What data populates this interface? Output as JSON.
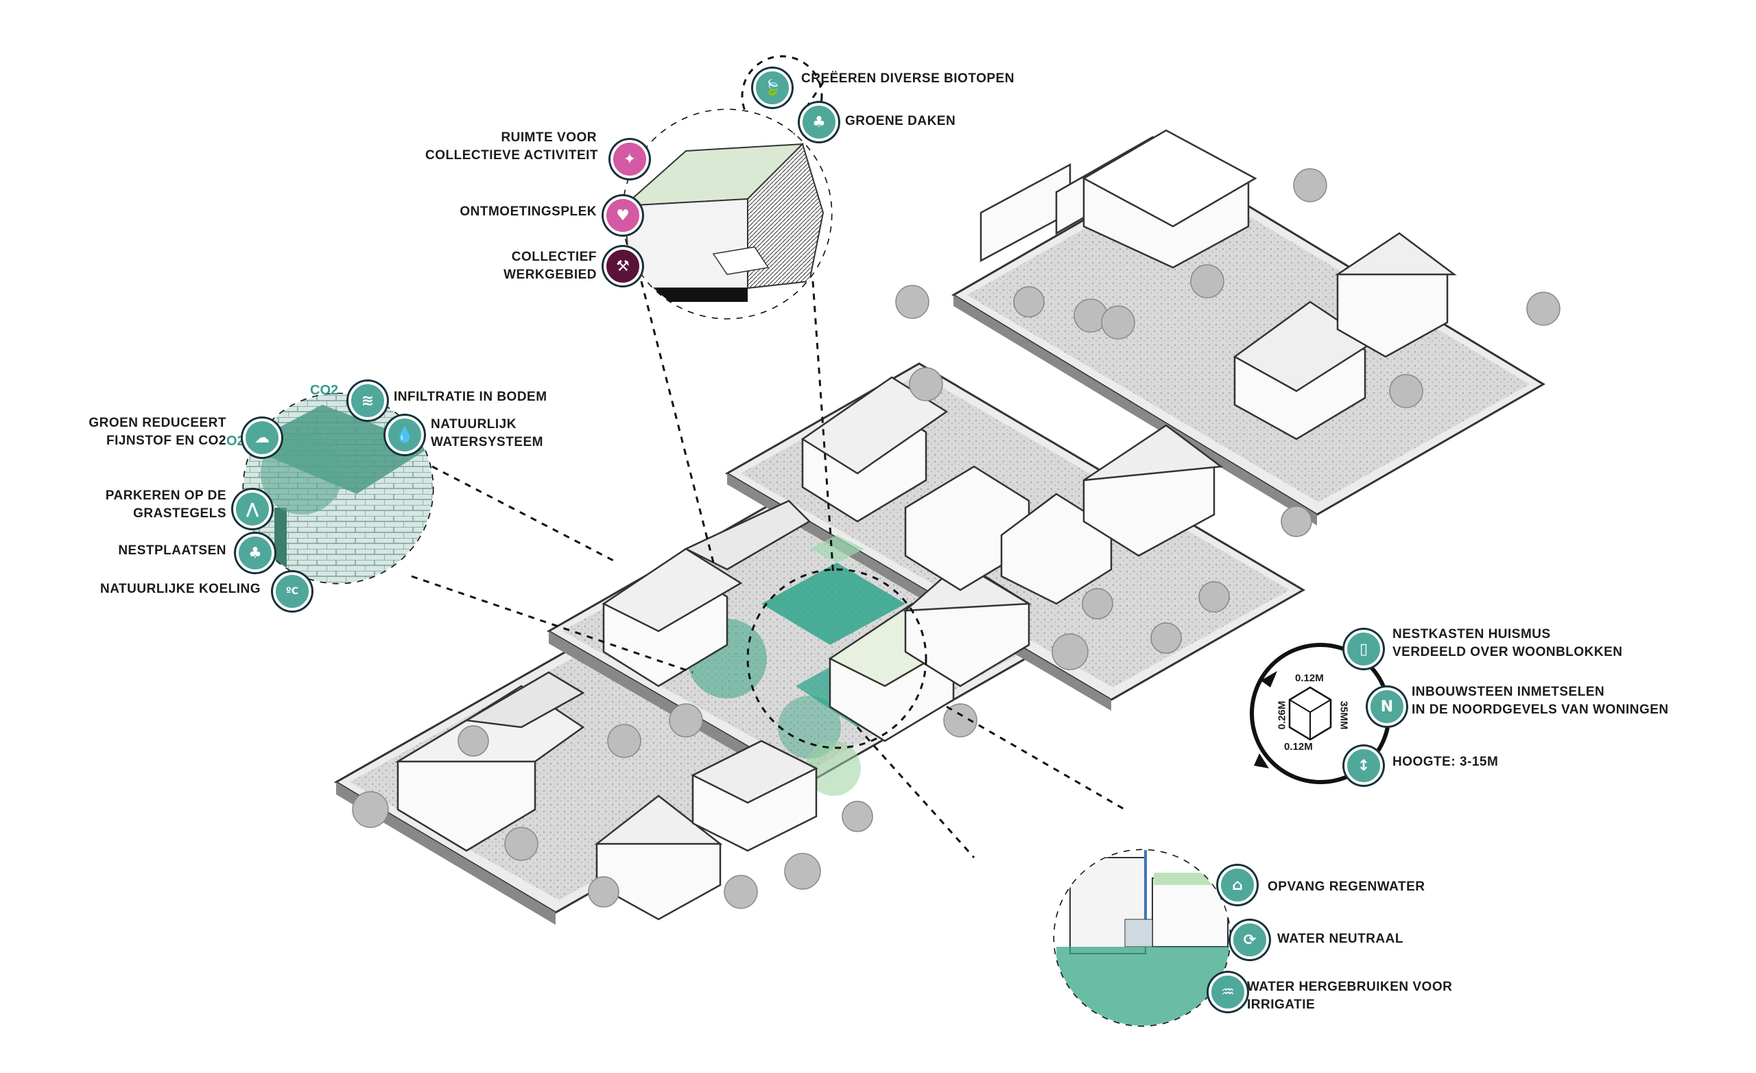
{
  "labels": {
    "biotopen": "CREËEREN DIVERSE BIOTOPEN",
    "groene_daken": "GROENE DAKEN",
    "ruimte_line1": "RUIMTE VOOR",
    "ruimte_line2": "COLLECTIEVE ACTIVITEIT",
    "ontmoetingsplek": "ONTMOETINGSPLEK",
    "collectief_line1": "COLLECTIEF",
    "collectief_line2": "WERKGEBIED",
    "infiltratie": "INFILTRATIE IN BODEM",
    "natuurlijk_line1": "NATUURLIJK",
    "natuurlijk_line2": "WATERSYSTEEM",
    "groen_line1": "GROEN REDUCEERT",
    "groen_line2": "FIJNSTOF EN CO2",
    "parkeren_line1": "PARKEREN OP DE",
    "parkeren_line2": "GRASTEGELS",
    "nestplaatsen": "NESTPLAATSEN",
    "koeling": "NATUURLIJKE KOELING",
    "nestkasten_line1": "NESTKASTEN HUISMUS",
    "nestkasten_line2": "VERDEELD OVER WOONBLOKKEN",
    "inbouw_line1": "INBOUWSTEEN INMETSELEN",
    "inbouw_line2": "IN DE NOORDGEVELS VAN WONINGEN",
    "hoogte": "HOOGTE: 3-15M",
    "regenwater": "OPVANG REGENWATER",
    "neutraal": "WATER NEUTRAAL",
    "hergebruik_line1": "WATER HERGEBRUIKEN VOOR",
    "hergebruik_line2": "IRRIGATIE"
  },
  "annotations": {
    "co2": "CO2",
    "o2": "O2",
    "dim_top": "0.12M",
    "dim_left": "0.26M",
    "dim_bottom": "0.12M",
    "dim_right": "35MM",
    "temp_icon": "ºC"
  },
  "colors": {
    "teal": "#4fa89a",
    "pink": "#d35aa3",
    "plum": "#5b1238",
    "outline": "#16313a",
    "highlight_green": "#2fa48c"
  },
  "icons": [
    "leaf-icon",
    "tree-icon",
    "person-icon",
    "heart-icon",
    "tools-icon",
    "infiltration-icon",
    "water-drop-icon",
    "cloud-icon",
    "grass-icon",
    "tree-icon",
    "temperature-icon",
    "nest-box-icon",
    "compass-icon",
    "height-icon",
    "house-icon",
    "cycle-icon",
    "watering-can-icon"
  ]
}
